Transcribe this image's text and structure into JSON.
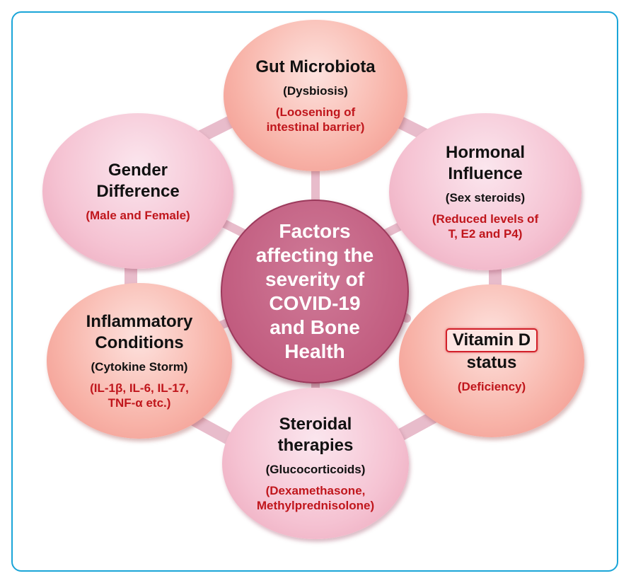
{
  "center": {
    "lines": [
      "Factors",
      "affecting the",
      "severity of",
      "COVID-19",
      "and Bone",
      "Health"
    ]
  },
  "nodes": {
    "gut": {
      "title": [
        "Gut Microbiota"
      ],
      "subtitle": "(Dysbiosis)",
      "detail": [
        "(Loosening of",
        "intestinal barrier)"
      ]
    },
    "hormonal": {
      "title": [
        "Hormonal",
        "Influence"
      ],
      "subtitle": "(Sex steroids)",
      "detail": [
        "(Reduced levels of",
        "T, E2 and P4)"
      ]
    },
    "vitamin": {
      "title": [
        "Vitamin D",
        "status"
      ],
      "detail": [
        "(Deficiency)"
      ]
    },
    "steroid": {
      "title": [
        "Steroidal",
        "therapies"
      ],
      "subtitle": "(Glucocorticoids)",
      "detail": [
        "(Dexamethasone,",
        "Methylprednisolone)"
      ]
    },
    "inflammatory": {
      "title": [
        "Inflammatory",
        "Conditions"
      ],
      "subtitle": "(Cytokine Storm)",
      "detail": [
        "(IL-1β, IL-6, IL-17,",
        "TNF-α etc.)"
      ]
    },
    "gender": {
      "title": [
        "Gender",
        "Difference"
      ],
      "detail": [
        "(Male and Female)"
      ]
    }
  },
  "colors": {
    "frame_border": "#1aa5d8",
    "center_fill": "#c25d80",
    "connector": "#e8bccb",
    "detail_text": "#c0161c",
    "highlight_box": "#d2202a"
  }
}
